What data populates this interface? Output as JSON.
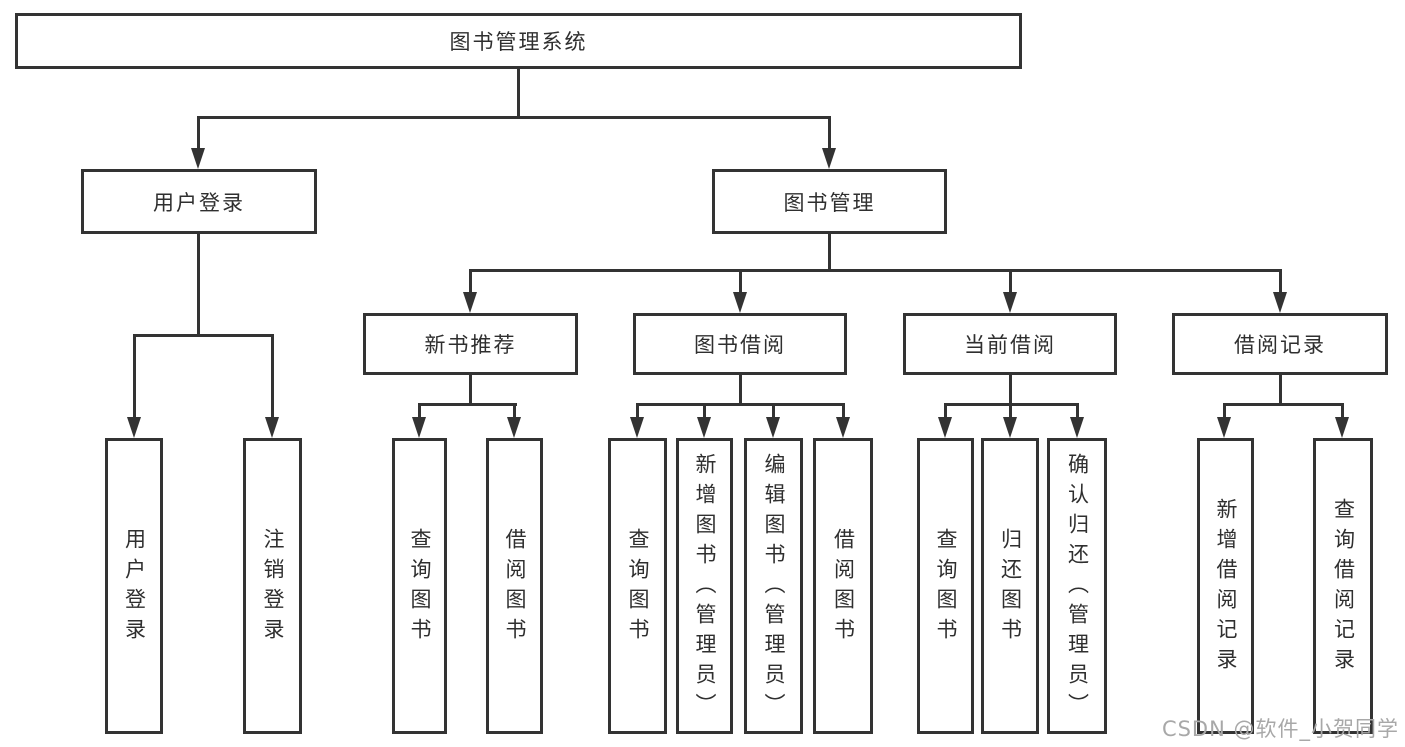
{
  "title": "图书管理系统",
  "level2": {
    "user_login": "用户登录",
    "book_mgmt": "图书管理"
  },
  "level3": {
    "new_books": "新书推荐",
    "borrowing": "图书借阅",
    "current": "当前借阅",
    "records": "借阅记录"
  },
  "leaves": {
    "user_login": "用户登录",
    "logout": "注销登录",
    "nb_query": "查询图书",
    "nb_borrow": "借阅图书",
    "bb_query": "查询图书",
    "bb_add": "新增图书（管理员）",
    "bb_edit": "编辑图书（管理员）",
    "bb_borrow": "借阅图书",
    "cb_query": "查询图书",
    "cb_return": "归还图书",
    "cb_confirm": "确认归还（管理员）",
    "br_add": "新增借阅记录",
    "br_query": "查询借阅记录"
  },
  "watermark": "CSDN @软件_小贺同学",
  "colors": {
    "line": "#333333",
    "text": "#2f2f2f",
    "watermark": "#a8a8a8",
    "background": "#ffffff"
  }
}
